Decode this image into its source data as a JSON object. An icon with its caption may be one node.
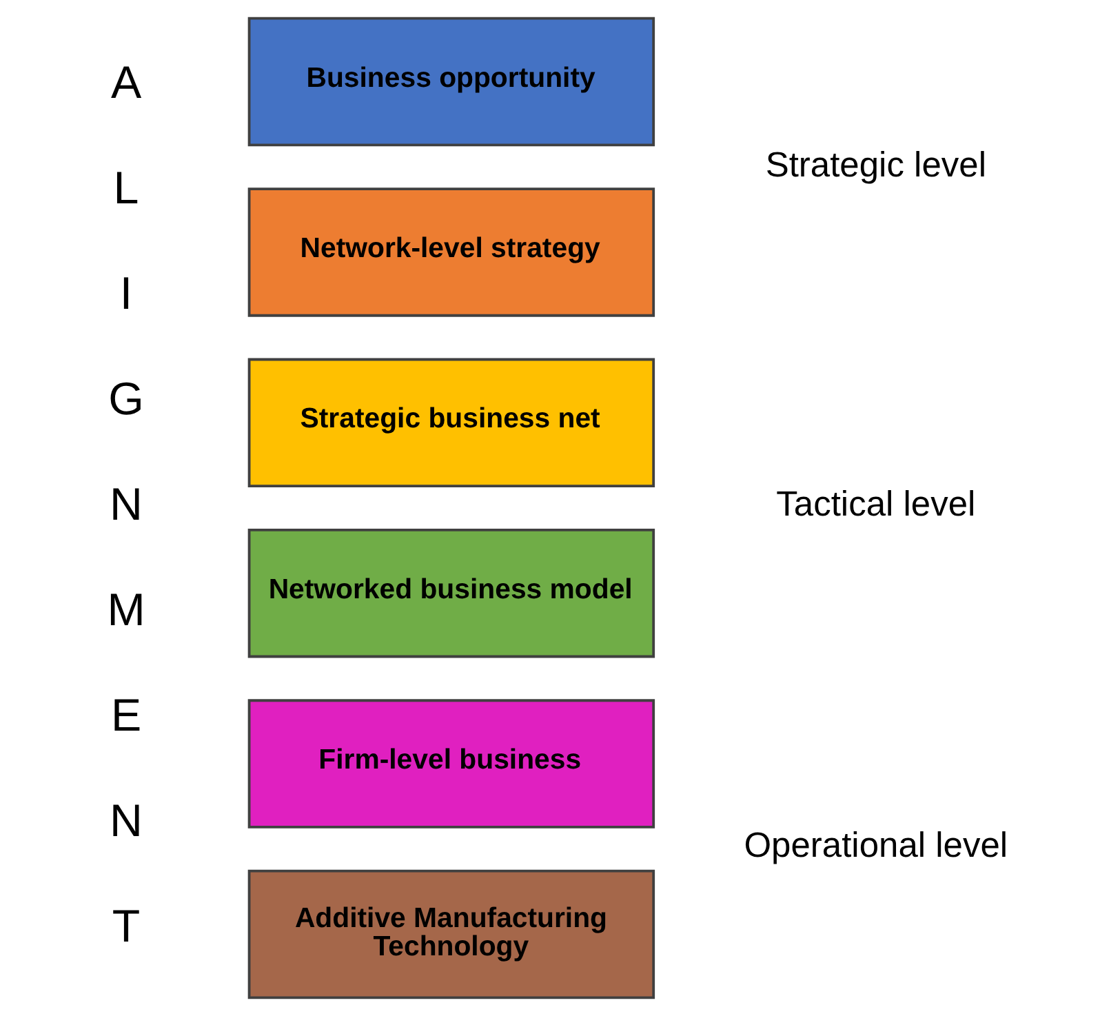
{
  "diagram": {
    "nodes": [
      {
        "text": [
          "Business opportunity"
        ]
      },
      {
        "text": [
          "Network-level strategy"
        ]
      },
      {
        "text": [
          "Strategic business net"
        ]
      },
      {
        "text": [
          "Networked business model"
        ]
      },
      {
        "text": [
          "Firm-level business"
        ]
      },
      {
        "text": [
          "Additive Manufacturing Technology"
        ]
      }
    ],
    "edges": [],
    "labels": [
      "ALIGNMENT",
      "Strategic level",
      "Tactical level",
      "Operational level"
    ]
  }
}
